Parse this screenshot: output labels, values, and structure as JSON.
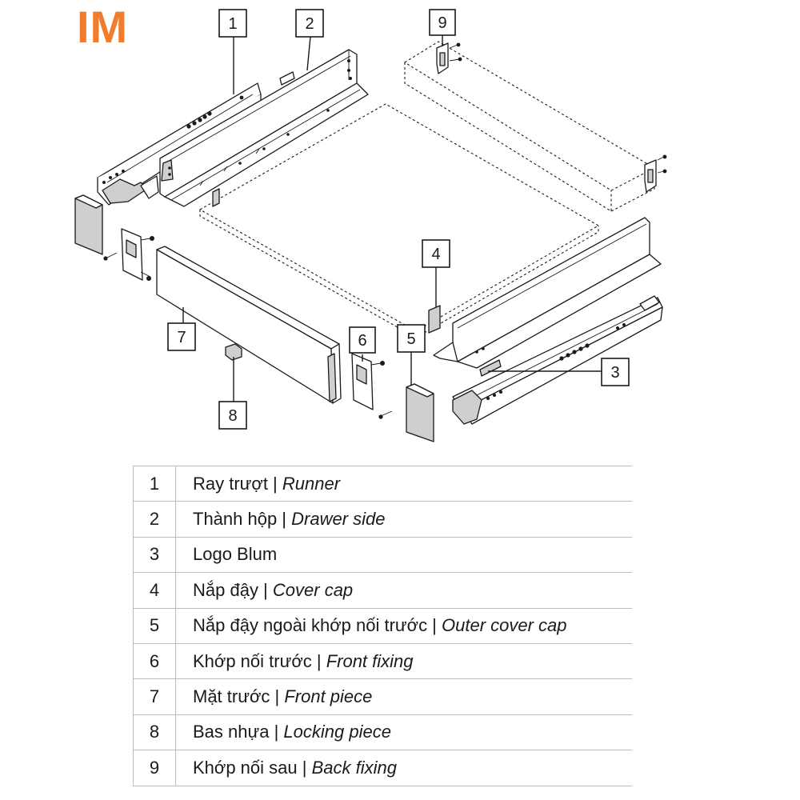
{
  "brand": {
    "label": "IM",
    "color": "#f07c2c"
  },
  "callouts": [
    "1",
    "2",
    "3",
    "4",
    "5",
    "6",
    "7",
    "8",
    "9"
  ],
  "legend": [
    {
      "num": "1",
      "vi": "Ray trượt | ",
      "en": "Runner"
    },
    {
      "num": "2",
      "vi": "Thành hộp | ",
      "en": "Drawer side"
    },
    {
      "num": "3",
      "vi": "Logo Blum",
      "en": ""
    },
    {
      "num": "4",
      "vi": "Nắp đậy | ",
      "en": "Cover cap"
    },
    {
      "num": "5",
      "vi": "Nắp đậy ngoài khớp nối trước | ",
      "en": "Outer cover cap"
    },
    {
      "num": "6",
      "vi": "Khớp nối trước | ",
      "en": "Front fixing"
    },
    {
      "num": "7",
      "vi": "Mặt trước | ",
      "en": "Front piece"
    },
    {
      "num": "8",
      "vi": "Bas nhựa | ",
      "en": "Locking piece"
    },
    {
      "num": "9",
      "vi": "Khớp nối sau | ",
      "en": "Back fixing"
    }
  ]
}
